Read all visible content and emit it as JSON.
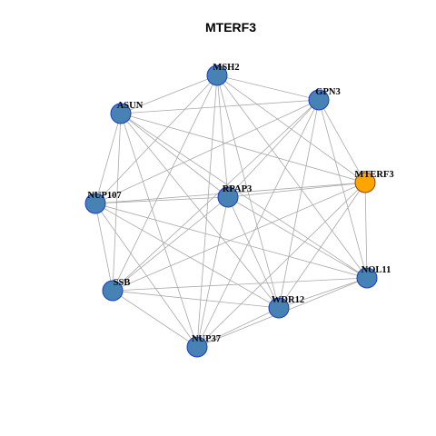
{
  "title": "MTERF3",
  "colors": {
    "node_default_fill": "#4682B4",
    "node_highlight_fill": "#FFA500",
    "node_stroke_default": "#1a3cc8",
    "node_stroke_highlight": "#8b4500",
    "edge": "#a9a9a9"
  },
  "highlight_node": "MTERF3",
  "nodes": [
    "MSH2",
    "GPN3",
    "ASUN",
    "MTERF3",
    "NUP107",
    "RPAP3",
    "NOL11",
    "SSB",
    "WDR12",
    "NUP37"
  ],
  "edges": [
    [
      "MSH2",
      "GPN3"
    ],
    [
      "MSH2",
      "ASUN"
    ],
    [
      "MSH2",
      "MTERF3"
    ],
    [
      "MSH2",
      "NUP107"
    ],
    [
      "MSH2",
      "RPAP3"
    ],
    [
      "MSH2",
      "NOL11"
    ],
    [
      "MSH2",
      "SSB"
    ],
    [
      "MSH2",
      "WDR12"
    ],
    [
      "MSH2",
      "NUP37"
    ],
    [
      "GPN3",
      "ASUN"
    ],
    [
      "GPN3",
      "MTERF3"
    ],
    [
      "GPN3",
      "NUP107"
    ],
    [
      "GPN3",
      "RPAP3"
    ],
    [
      "GPN3",
      "NOL11"
    ],
    [
      "GPN3",
      "SSB"
    ],
    [
      "GPN3",
      "WDR12"
    ],
    [
      "GPN3",
      "NUP37"
    ],
    [
      "ASUN",
      "RPAP3"
    ],
    [
      "ASUN",
      "NUP107"
    ],
    [
      "ASUN",
      "MTERF3"
    ],
    [
      "ASUN",
      "NOL11"
    ],
    [
      "ASUN",
      "SSB"
    ],
    [
      "ASUN",
      "WDR12"
    ],
    [
      "ASUN",
      "NUP37"
    ],
    [
      "MTERF3",
      "NUP107"
    ],
    [
      "MTERF3",
      "RPAP3"
    ],
    [
      "MTERF3",
      "NOL11"
    ],
    [
      "MTERF3",
      "SSB"
    ],
    [
      "MTERF3",
      "WDR12"
    ],
    [
      "MTERF3",
      "NUP37"
    ],
    [
      "NUP107",
      "RPAP3"
    ],
    [
      "NUP107",
      "NOL11"
    ],
    [
      "NUP107",
      "SSB"
    ],
    [
      "NUP107",
      "WDR12"
    ],
    [
      "NUP107",
      "NUP37"
    ],
    [
      "RPAP3",
      "NOL11"
    ],
    [
      "RPAP3",
      "SSB"
    ],
    [
      "RPAP3",
      "WDR12"
    ],
    [
      "RPAP3",
      "NUP37"
    ],
    [
      "NOL11",
      "SSB"
    ],
    [
      "NOL11",
      "WDR12"
    ],
    [
      "NOL11",
      "NUP37"
    ],
    [
      "SSB",
      "WDR12"
    ],
    [
      "SSB",
      "NUP37"
    ],
    [
      "WDR12",
      "NUP37"
    ]
  ]
}
